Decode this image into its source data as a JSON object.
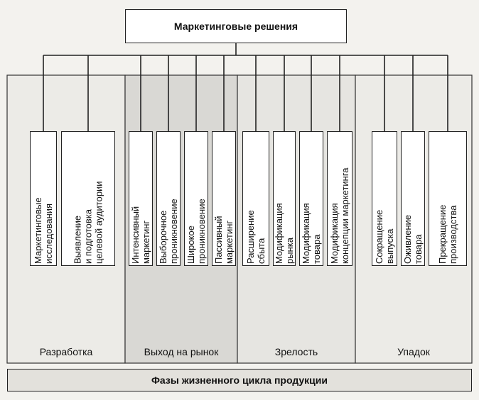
{
  "diagram": {
    "root": "Маркетинговые решения",
    "footer": "Фазы жизненного цикла продукции",
    "phases": [
      {
        "name": "Разработка",
        "decisions": [
          "Маркетинговые\nисследования",
          "Выявление\nи подготовка\nцелевой аудитории"
        ]
      },
      {
        "name": "Выход на рынок",
        "decisions": [
          "Интенсивный\nмаркетинг",
          "Выборочное\nпроникновение",
          "Широкое\nпроникновение",
          "Пассивный\nмаркетинг"
        ]
      },
      {
        "name": "Зрелость",
        "decisions": [
          "Расширение\nсбыта",
          "Модификация\nрынка",
          "Модификация\nтовара",
          "Модификация\nконцепции маркетинга"
        ]
      },
      {
        "name": "Упадок",
        "decisions": [
          "Сокращение\nвыпуска",
          "Оживление\nтовара",
          "Прекращение\nпроизводства"
        ]
      }
    ]
  }
}
